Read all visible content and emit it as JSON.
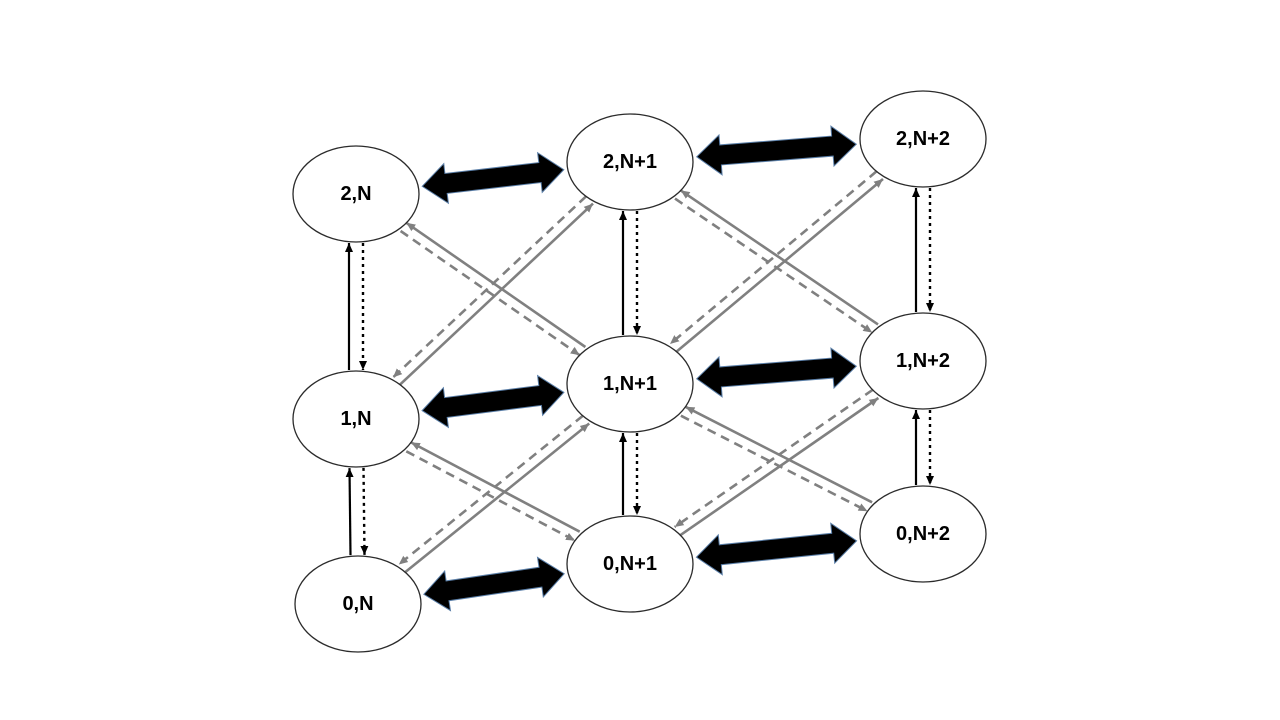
{
  "diagram": {
    "colors": {
      "black": "#000000",
      "gray": "#808080",
      "node_fill": "#ffffff",
      "node_stroke": "#2b2b2b"
    },
    "nodes": [
      {
        "id": "2,N",
        "label": "2,N"
      },
      {
        "id": "1,N",
        "label": "1,N"
      },
      {
        "id": "0,N",
        "label": "0,N"
      },
      {
        "id": "2,N+1",
        "label": "2,N+1"
      },
      {
        "id": "1,N+1",
        "label": "1,N+1"
      },
      {
        "id": "0,N+1",
        "label": "0,N+1"
      },
      {
        "id": "2,N+2",
        "label": "2,N+2"
      },
      {
        "id": "1,N+2",
        "label": "1,N+2"
      },
      {
        "id": "0,N+2",
        "label": "0,N+2"
      }
    ],
    "edges": [
      {
        "from": "2,N",
        "to": "2,N+1",
        "style": "bidirectional-thick"
      },
      {
        "from": "2,N+1",
        "to": "2,N+2",
        "style": "bidirectional-thick"
      },
      {
        "from": "1,N",
        "to": "1,N+1",
        "style": "bidirectional-thick"
      },
      {
        "from": "1,N+1",
        "to": "1,N+2",
        "style": "bidirectional-thick"
      },
      {
        "from": "0,N",
        "to": "0,N+1",
        "style": "bidirectional-thick"
      },
      {
        "from": "0,N+1",
        "to": "0,N+2",
        "style": "bidirectional-thick"
      },
      {
        "from": "1,N",
        "to": "2,N",
        "style": "solid-black"
      },
      {
        "from": "0,N",
        "to": "1,N",
        "style": "solid-black"
      },
      {
        "from": "1,N+1",
        "to": "2,N+1",
        "style": "solid-black"
      },
      {
        "from": "0,N+1",
        "to": "1,N+1",
        "style": "solid-black"
      },
      {
        "from": "1,N+2",
        "to": "2,N+2",
        "style": "solid-black"
      },
      {
        "from": "0,N+2",
        "to": "1,N+2",
        "style": "solid-black"
      },
      {
        "from": "2,N",
        "to": "1,N",
        "style": "dotted-black"
      },
      {
        "from": "1,N",
        "to": "0,N",
        "style": "dotted-black"
      },
      {
        "from": "2,N+1",
        "to": "1,N+1",
        "style": "dotted-black"
      },
      {
        "from": "1,N+1",
        "to": "0,N+1",
        "style": "dotted-black"
      },
      {
        "from": "2,N+2",
        "to": "1,N+2",
        "style": "dotted-black"
      },
      {
        "from": "1,N+2",
        "to": "0,N+2",
        "style": "dotted-black"
      },
      {
        "from": "1,N",
        "to": "2,N+1",
        "style": "solid-gray"
      },
      {
        "from": "0,N",
        "to": "1,N+1",
        "style": "solid-gray"
      },
      {
        "from": "1,N+1",
        "to": "2,N+2",
        "style": "solid-gray"
      },
      {
        "from": "0,N+1",
        "to": "1,N+2",
        "style": "solid-gray"
      },
      {
        "from": "1,N+1",
        "to": "2,N",
        "style": "solid-gray"
      },
      {
        "from": "0,N+1",
        "to": "1,N",
        "style": "solid-gray"
      },
      {
        "from": "1,N+2",
        "to": "2,N+1",
        "style": "solid-gray"
      },
      {
        "from": "0,N+2",
        "to": "1,N+1",
        "style": "solid-gray"
      },
      {
        "from": "2,N+1",
        "to": "1,N",
        "style": "dashed-gray"
      },
      {
        "from": "1,N+1",
        "to": "0,N",
        "style": "dashed-gray"
      },
      {
        "from": "2,N+2",
        "to": "1,N+1",
        "style": "dashed-gray"
      },
      {
        "from": "1,N+2",
        "to": "0,N+1",
        "style": "dashed-gray"
      },
      {
        "from": "2,N",
        "to": "1,N+1",
        "style": "dashed-gray"
      },
      {
        "from": "1,N",
        "to": "0,N+1",
        "style": "dashed-gray"
      },
      {
        "from": "2,N+1",
        "to": "1,N+2",
        "style": "dashed-gray"
      },
      {
        "from": "1,N+1",
        "to": "0,N+2",
        "style": "dashed-gray"
      }
    ]
  }
}
